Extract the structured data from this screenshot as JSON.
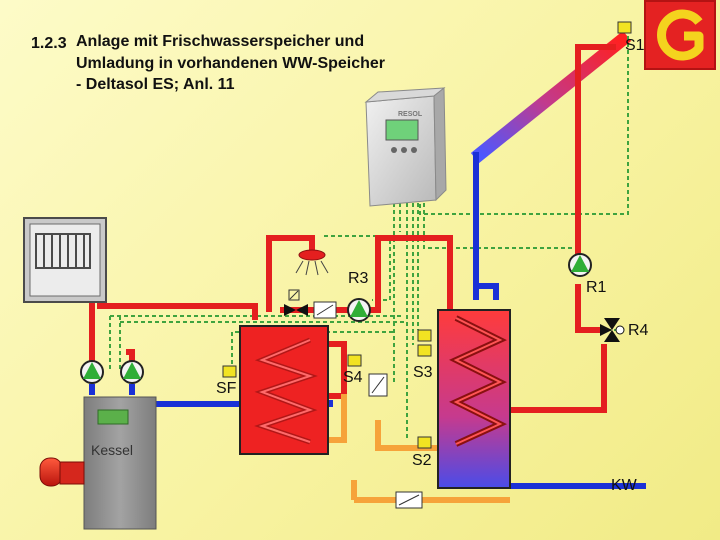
{
  "title": {
    "number": "1.2.3",
    "lines": [
      "Anlage mit Frischwasserspeicher und",
      "Umladung in vorhandenen WW-Speicher",
      "- Deltasol ES; Anl. 11"
    ]
  },
  "controller": {
    "brand": "RESOL"
  },
  "labels": {
    "s1": "S1",
    "r1": "R1",
    "r3": "R3",
    "r4": "R4",
    "s3": "S3",
    "s4": "S4",
    "sf": "SF",
    "s2": "S2",
    "kw": "KW",
    "kessel": "Kessel"
  },
  "colors": {
    "hot": "#e41f1f",
    "cold": "#1a31d6",
    "mixed": "#f6a33a",
    "sensor_wire": "#3fa33f",
    "tank_red": "#ee2222",
    "boiler": "#909090",
    "logo_bg": "#e42222",
    "logo_fg": "#f4d31e"
  }
}
